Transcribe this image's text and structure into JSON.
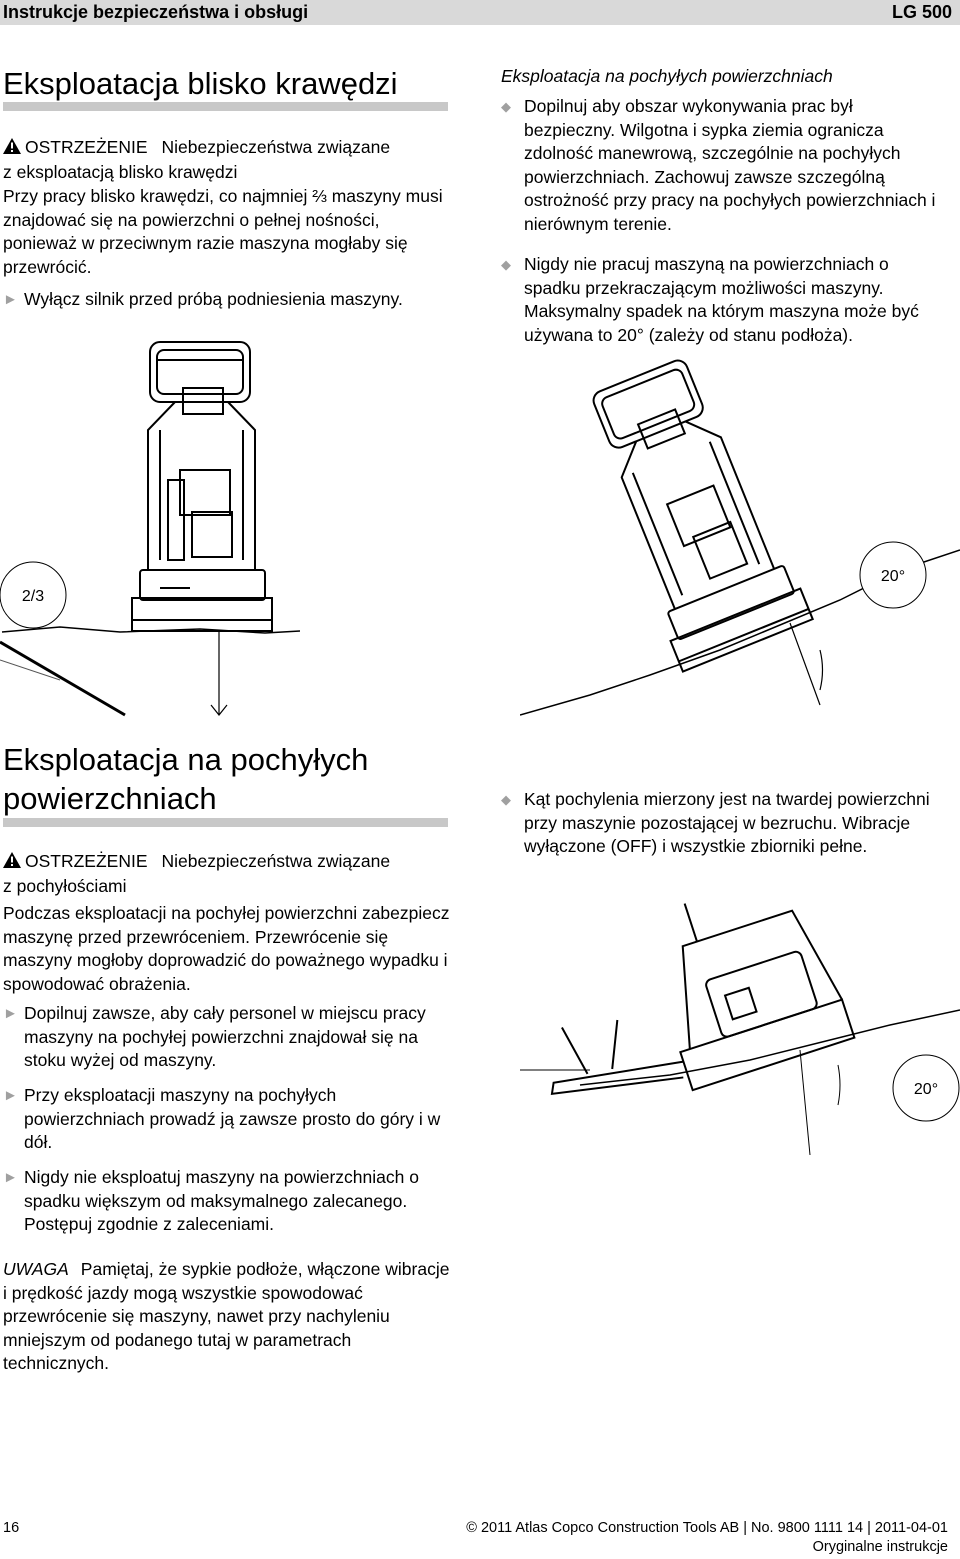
{
  "header": {
    "title": "Instrukcje bezpieczeństwa i obsługi",
    "model": "LG 500"
  },
  "section1": {
    "heading": "Eksploatacja blisko krawędzi",
    "warning_label": "OSTRZEŻENIE",
    "warning_title_1": "Niebezpieczeństwa związane",
    "warning_title_2": "z eksploatacją blisko krawędzi",
    "warning_text": "Przy pracy blisko krawędzi, co najmniej ⅔ maszyny musi znajdować się na powierzchni o pełnej nośności, ponieważ w przeciwnym razie maszyna mogłaby się przewrócić.",
    "instruction": "Wyłącz silnik przed próbą podniesienia maszyny.",
    "figure_label": "2/3"
  },
  "right_top": {
    "heading": "Eksploatacja na pochyłych powierzchniach",
    "bullets": [
      "Dopilnuj aby obszar wykonywania prac był bezpieczny. Wilgotna i sypka ziemia ogranicza zdolność manewrową, szczególnie na pochyłych powierzchniach. Zachowuj zawsze szczególną ostrożność przy pracy na pochyłych powierzchniach i nierównym terenie.",
      "Nigdy nie pracuj maszyną na powierzchniach o spadku przekraczającym możliwości maszyny. Maksymalny spadek na którym maszyna może być używana to 20° (zależy od stanu podłoża)."
    ],
    "figure_label": "20°"
  },
  "section2": {
    "heading_1": "Eksploatacja na pochyłych",
    "heading_2": "powierzchniach",
    "warning_label": "OSTRZEŻENIE",
    "warning_title_1": "Niebezpieczeństwa związane",
    "warning_title_2": "z pochyłościami",
    "warning_text": "Podczas eksploatacji na pochyłej powierzchni zabezpiecz maszynę przed przewróceniem. Przewrócenie się maszyny mogłoby doprowadzić do poważnego wypadku i spowodować obrażenia.",
    "instructions": [
      "Dopilnuj zawsze, aby cały personel w miejscu pracy maszyny na pochyłej powierzchni znajdował się na stoku wyżej od maszyny.",
      "Przy eksploatacji maszyny na pochyłych powierzchniach prowadź ją zawsze prosto do góry i w dół.",
      "Nigdy nie eksploatuj maszyny na powierzchniach o spadku większym od maksymalnego zalecanego. Postępuj zgodnie z zaleceniami."
    ],
    "note_label": "UWAGA",
    "note_text": "Pamiętaj, że sypkie podłoże, włączone wibracje i prędkość jazdy mogą wszystkie spowodować przewrócenie się maszyny, nawet przy nachyleniu mniejszym od podanego tutaj w parametrach technicznych."
  },
  "right_bottom": {
    "bullet": "Kąt pochylenia mierzony jest na twardej powierzchni przy maszynie pozostającej w bezruchu. Wibracje wyłączone (OFF) i wszystkie zbiorniki pełne.",
    "figure_label": "20°"
  },
  "footer": {
    "page": "16",
    "copyright": "© 2011 Atlas Copco Construction Tools AB | No. 9800 1111 14 | 2011-04-01",
    "original": "Oryginalne instrukcje"
  }
}
